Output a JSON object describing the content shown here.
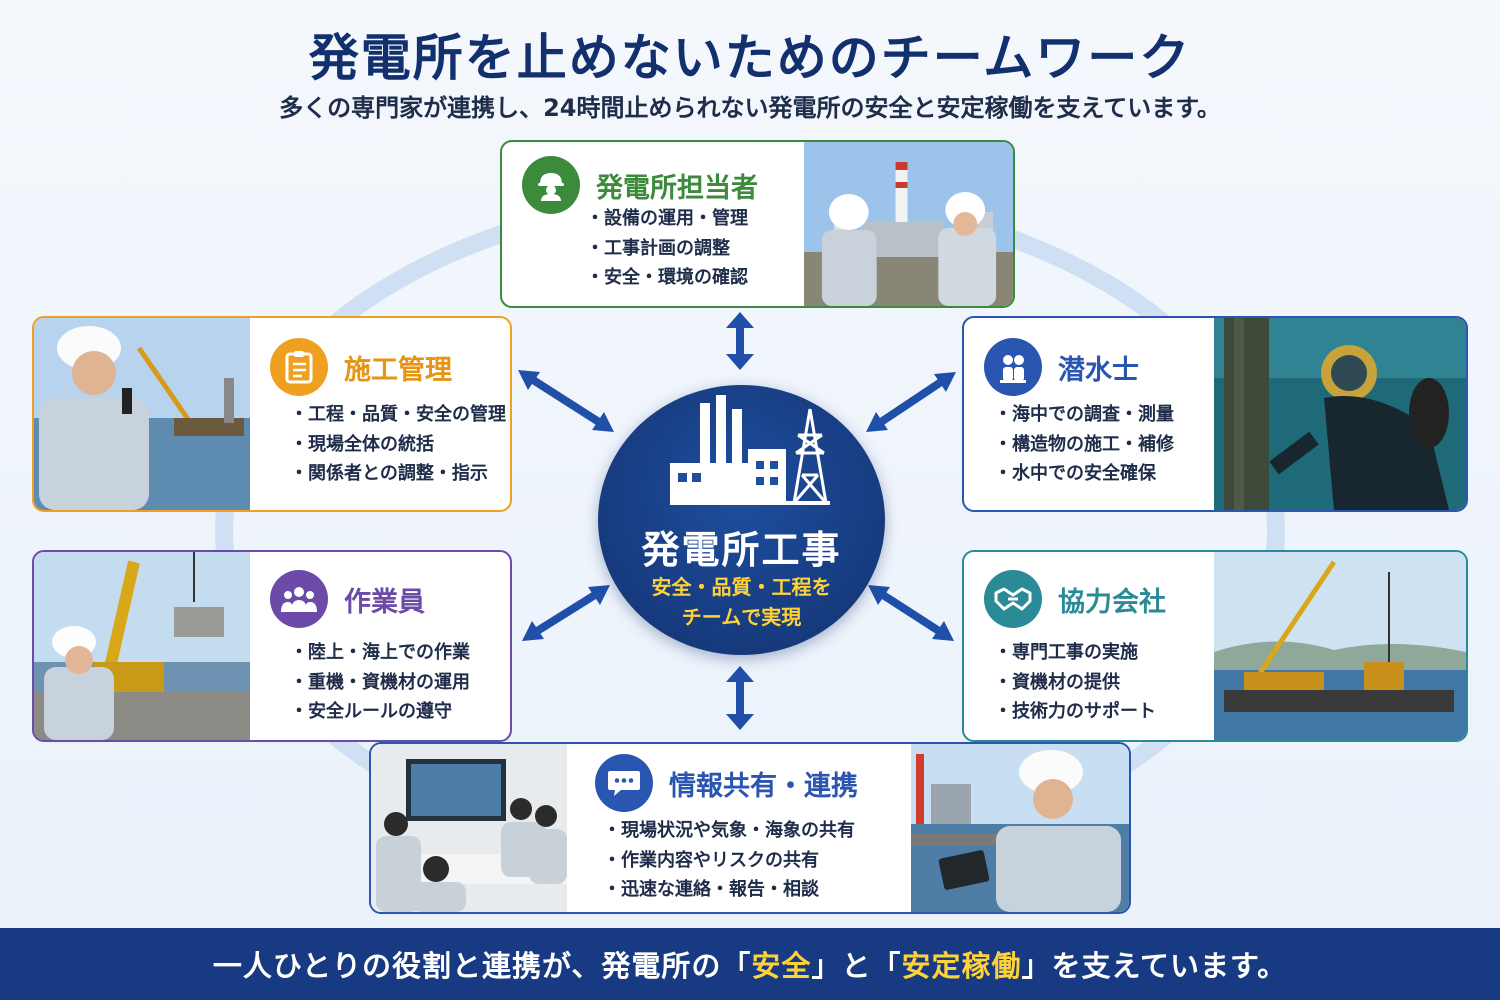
{
  "title": "発電所を止めないためのチームワーク",
  "subtitle": "多くの専門家が連携し、24時間止められない発電所の安全と安定稼働を支えています。",
  "colors": {
    "navy": "#173a82",
    "green": "#3c8a3c",
    "orange": "#f0a020",
    "blue": "#2a55b0",
    "purple": "#6b4aa8",
    "teal": "#2a8a96",
    "yellow": "#ffd23a"
  },
  "center": {
    "title": "発電所工事",
    "line1": "安全・品質・工程を",
    "line2": "チームで実現"
  },
  "cards": {
    "plant": {
      "title": "発電所担当者",
      "icon": "worker-helmet-icon",
      "items": [
        "設備の運用・管理",
        "工事計画の調整",
        "安全・環境の確認"
      ]
    },
    "construction": {
      "title": "施工管理",
      "icon": "clipboard-icon",
      "items": [
        "工程・品質・安全の管理",
        "現場全体の統括",
        "関係者との調整・指示"
      ]
    },
    "diver": {
      "title": "潜水士",
      "icon": "diver-icon",
      "items": [
        "海中での調査・測量",
        "構造物の施工・補修",
        "水中での安全確保"
      ]
    },
    "worker": {
      "title": "作業員",
      "icon": "team-icon",
      "items": [
        "陸上・海上での作業",
        "重機・資機材の運用",
        "安全ルールの遵守"
      ]
    },
    "partner": {
      "title": "協力会社",
      "icon": "handshake-icon",
      "items": [
        "専門工事の実施",
        "資機材の提供",
        "技術力のサポート"
      ]
    },
    "info": {
      "title": "情報共有・連携",
      "icon": "chat-icon",
      "items": [
        "現場状況や気象・海象の共有",
        "作業内容やリスクの共有",
        "迅速な連絡・報告・相談"
      ]
    }
  },
  "footer": {
    "part1": "一人ひとりの役割と連携が、発電所の「",
    "hl1": "安全",
    "part2": "」と「",
    "hl2": "安定稼働",
    "part3": "」を支えています。"
  }
}
